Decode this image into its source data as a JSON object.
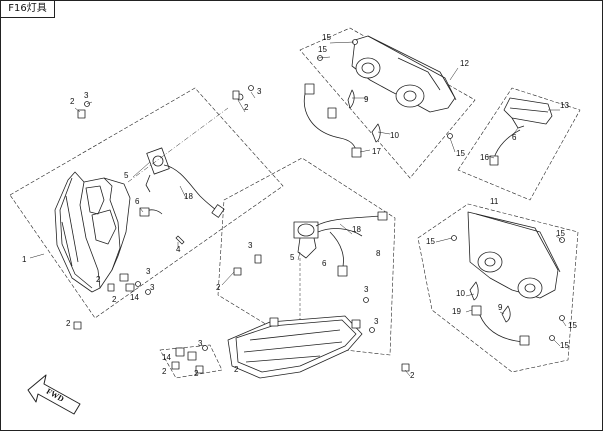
{
  "title": "F16灯具",
  "fwd_label": "FWD",
  "callouts": [
    {
      "id": "c-lh-2a",
      "text": "2"
    },
    {
      "id": "c-lh-3a",
      "text": "3"
    },
    {
      "id": "c-lh-3b",
      "text": "3"
    },
    {
      "id": "c-lh-2b",
      "text": "2"
    },
    {
      "id": "c-lh-1",
      "text": "1"
    },
    {
      "id": "c-lh-5",
      "text": "5"
    },
    {
      "id": "c-lh-18",
      "text": "18"
    },
    {
      "id": "c-lh-6",
      "text": "6"
    },
    {
      "id": "c-lh-4",
      "text": "4"
    },
    {
      "id": "c-lh-3c",
      "text": "3"
    },
    {
      "id": "c-lh-2c",
      "text": "2"
    },
    {
      "id": "c-lh-14",
      "text": "14"
    },
    {
      "id": "c-lh-3d",
      "text": "3"
    },
    {
      "id": "c-lh-2d",
      "text": "2"
    },
    {
      "id": "c-lh-2e",
      "text": "2"
    },
    {
      "id": "c-tr-15a",
      "text": "15"
    },
    {
      "id": "c-tr-15b",
      "text": "15"
    },
    {
      "id": "c-tr-12",
      "text": "12"
    },
    {
      "id": "c-tr-9",
      "text": "9"
    },
    {
      "id": "c-tr-10",
      "text": "10"
    },
    {
      "id": "c-tr-17",
      "text": "17"
    },
    {
      "id": "c-tr-15c",
      "text": "15"
    },
    {
      "id": "c-rl-13",
      "text": "13"
    },
    {
      "id": "c-rl-6",
      "text": "6"
    },
    {
      "id": "c-rl-16",
      "text": "16"
    },
    {
      "id": "c-ct-18",
      "text": "18"
    },
    {
      "id": "c-ct-5",
      "text": "5"
    },
    {
      "id": "c-ct-6",
      "text": "6"
    },
    {
      "id": "c-ct-8",
      "text": "8"
    },
    {
      "id": "c-ct-3a",
      "text": "3"
    },
    {
      "id": "c-ct-2a",
      "text": "2"
    },
    {
      "id": "c-ct-3b",
      "text": "3"
    },
    {
      "id": "c-ct-3c",
      "text": "3"
    },
    {
      "id": "c-ct-2b",
      "text": "2"
    },
    {
      "id": "c-ct-2c",
      "text": "2"
    },
    {
      "id": "c-bl-14",
      "text": "14"
    },
    {
      "id": "c-bl-3",
      "text": "3"
    },
    {
      "id": "c-bl-2a",
      "text": "2"
    },
    {
      "id": "c-bl-2b",
      "text": "2"
    },
    {
      "id": "c-br-11",
      "text": "11"
    },
    {
      "id": "c-br-15a",
      "text": "15"
    },
    {
      "id": "c-br-15b",
      "text": "15"
    },
    {
      "id": "c-br-10",
      "text": "10"
    },
    {
      "id": "c-br-19",
      "text": "19"
    },
    {
      "id": "c-br-9",
      "text": "9"
    },
    {
      "id": "c-br-15c",
      "text": "15"
    },
    {
      "id": "c-br-15d",
      "text": "15"
    }
  ]
}
